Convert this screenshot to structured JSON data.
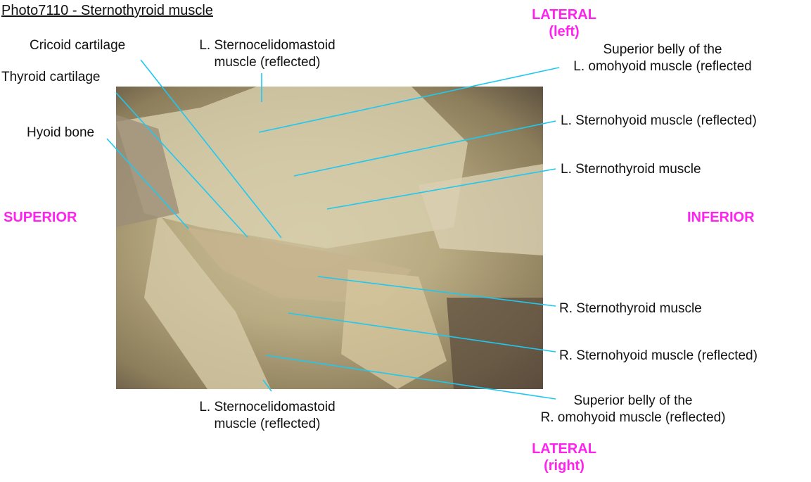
{
  "title": "Photo7110 - Sternothyroid muscle",
  "orientation": {
    "top": {
      "line1": "LATERAL",
      "line2": "(left)"
    },
    "bottom": {
      "line1": "LATERAL",
      "line2": "(right)"
    },
    "left": "SUPERIOR",
    "right": "INFERIOR"
  },
  "labels": {
    "cricoid": "Cricoid cartilage",
    "thyroid": "Thyroid cartilage",
    "hyoid": "Hyoid bone",
    "l_scm_top": {
      "line1": "L. Sternocelidomastoid",
      "line2": "muscle (reflected)"
    },
    "l_omohyoid": {
      "line1": "Superior belly of the",
      "line2": "L. omohyoid muscle (reflected"
    },
    "l_sternohyoid": "L. Sternohyoid muscle (reflected)",
    "l_sternothyroid": "L. Sternothyroid muscle",
    "r_sternothyroid": "R. Sternothyroid muscle",
    "r_sternohyoid": "R. Sternohyoid muscle (reflected)",
    "r_omohyoid": {
      "line1": "Superior belly of the",
      "line2": "R. omohyoid muscle (reflected)"
    },
    "l_scm_bottom": {
      "line1": "L. Sternocelidomastoid",
      "line2": "muscle (reflected)"
    }
  },
  "colors": {
    "leader": "#1ec8f0",
    "orientation": "#ff22ee"
  }
}
